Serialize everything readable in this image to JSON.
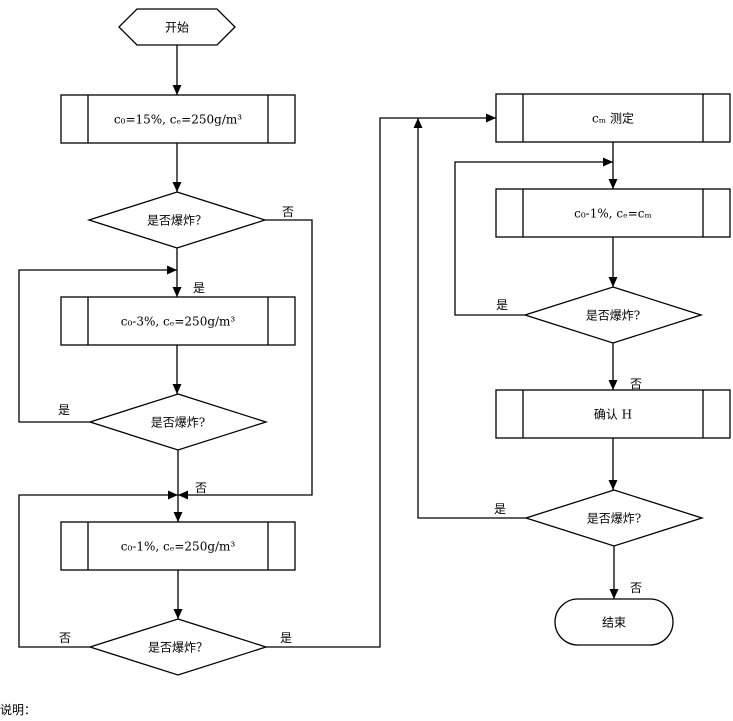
{
  "nodes": [
    {
      "id": "start",
      "kind": "hexagon",
      "label": "开始"
    },
    {
      "id": "p1",
      "kind": "process",
      "label": "c₀=15%, cₑ=250g/m³"
    },
    {
      "id": "d1",
      "kind": "decision",
      "label": "是否爆炸？"
    },
    {
      "id": "p2",
      "kind": "process",
      "label": "c₀-3%, cₑ=250g/m³"
    },
    {
      "id": "d2",
      "kind": "decision",
      "label": "是否爆炸?"
    },
    {
      "id": "p3",
      "kind": "process",
      "label": "c₀-1%, cₑ=250g/m³"
    },
    {
      "id": "d3",
      "kind": "decision",
      "label": "是否爆炸？"
    },
    {
      "id": "p4",
      "kind": "process",
      "label": "cₘ 测定"
    },
    {
      "id": "p5",
      "kind": "process",
      "label": "c₀-1%, cₑ=cₘ"
    },
    {
      "id": "d4",
      "kind": "decision",
      "label": "是否爆炸?"
    },
    {
      "id": "p6",
      "kind": "process",
      "label": "确认 H"
    },
    {
      "id": "d5",
      "kind": "decision",
      "label": "是否爆炸?"
    },
    {
      "id": "end",
      "kind": "terminal",
      "label": "结束"
    }
  ],
  "edge_labels": [
    {
      "id": "d1-no",
      "text": "否"
    },
    {
      "id": "d1-yes",
      "text": "是"
    },
    {
      "id": "d2-yes",
      "text": "是"
    },
    {
      "id": "d2-no",
      "text": "否"
    },
    {
      "id": "d3-no",
      "text": "否"
    },
    {
      "id": "d3-yes",
      "text": "是"
    },
    {
      "id": "d4-yes",
      "text": "是"
    },
    {
      "id": "d4-no",
      "text": "否"
    },
    {
      "id": "d5-yes",
      "text": "是"
    },
    {
      "id": "d5-no",
      "text": "否"
    }
  ],
  "note": {
    "label": "说明："
  }
}
